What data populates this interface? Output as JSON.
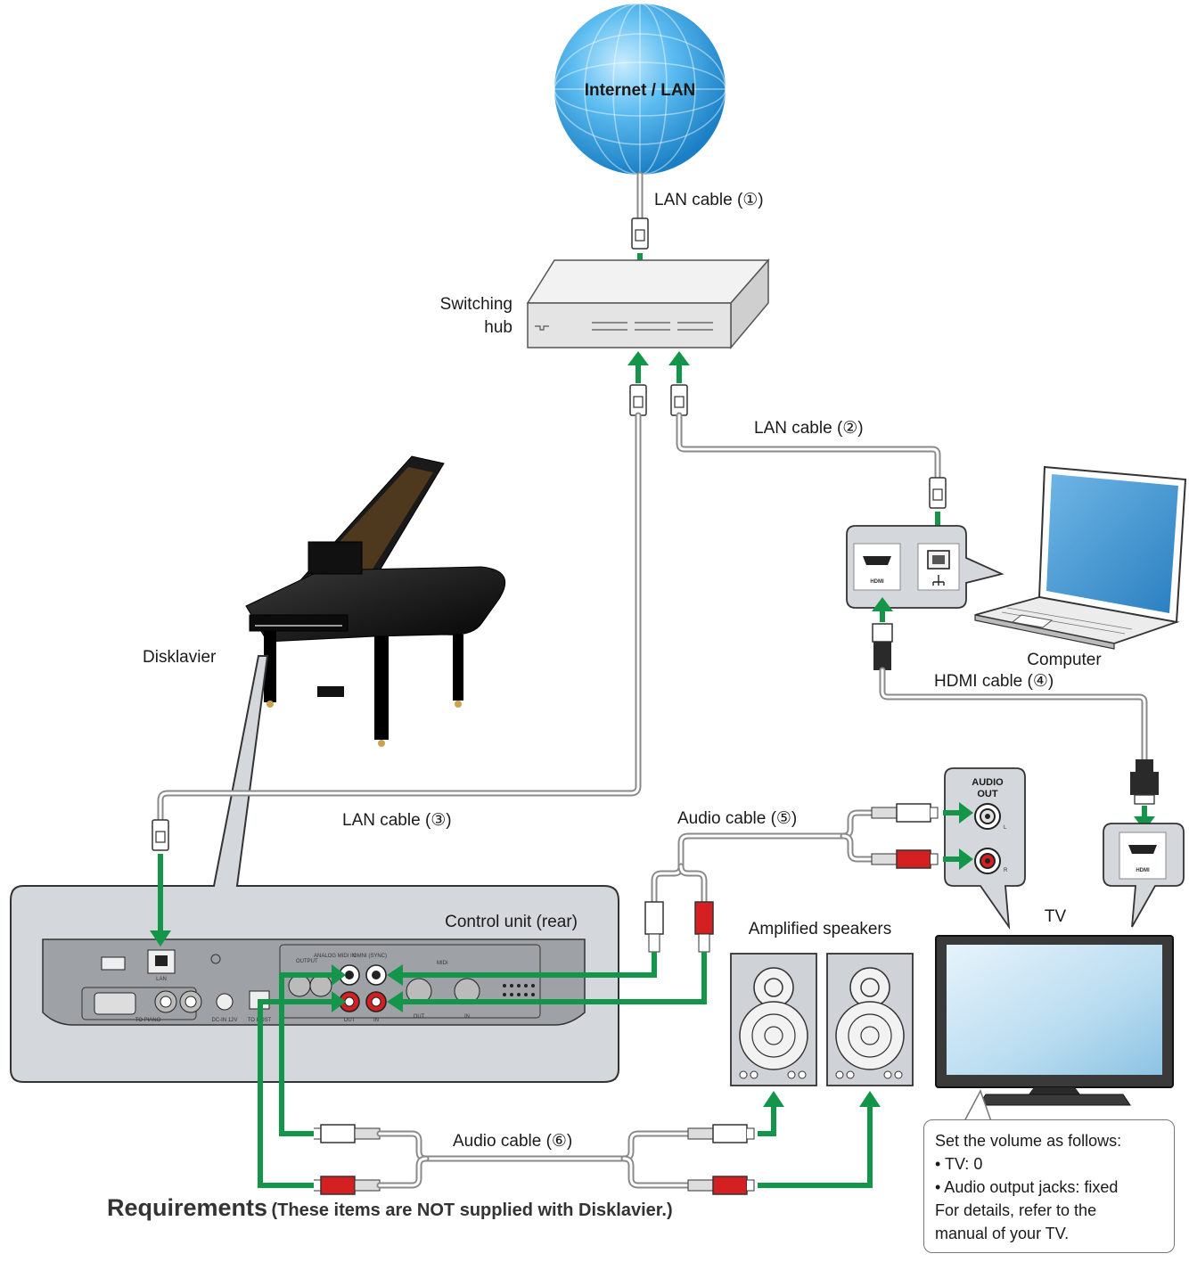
{
  "labels": {
    "internet": "Internet / LAN",
    "lan_cable_1": "LAN cable (①)",
    "switching_hub_line1": "Switching",
    "switching_hub_line2": "hub",
    "lan_cable_2": "LAN cable (②)",
    "computer": "Computer",
    "hdmi_cable_4": "HDMI cable (④)",
    "disklavier": "Disklavier",
    "lan_cable_3": "LAN cable (③)",
    "audio_cable_5": "Audio cable (⑤)",
    "control_unit": "Control unit (rear)",
    "amplified_speakers": "Amplified speakers",
    "tv": "TV",
    "audio_cable_6": "Audio cable (⑥)"
  },
  "ports": {
    "audio_out_line1": "AUDIO",
    "audio_out_line2": "OUT",
    "audio_l": "L",
    "audio_r": "R",
    "hdmi_logo": "HDMI",
    "lan": "LAN",
    "to_piano": "TO PIANO",
    "dc_in": "DC-IN 12V",
    "to_host": "TO HOST",
    "output": "OUTPUT",
    "analog_midi_in": "ANALOG MIDI IN",
    "omni_sync": "OMNI (SYNC)",
    "midi": "MIDI",
    "out": "OUT",
    "in": "IN",
    "midi_out": "OUT",
    "midi_in": "IN"
  },
  "note": {
    "line1": "Set the volume as follows:",
    "line2": "• TV: 0",
    "line3": "• Audio output jacks: fixed",
    "line4": "For details, refer to the",
    "line5": "manual of your TV."
  },
  "footer": {
    "title": "Requirements",
    "subtitle": "(These items are NOT supplied with Disklavier.)"
  },
  "colors": {
    "arrow_green": "#14964a",
    "globe_blue": "#3aa6e0",
    "panel_gray": "#d4d7db",
    "rca_red": "#d42020"
  }
}
